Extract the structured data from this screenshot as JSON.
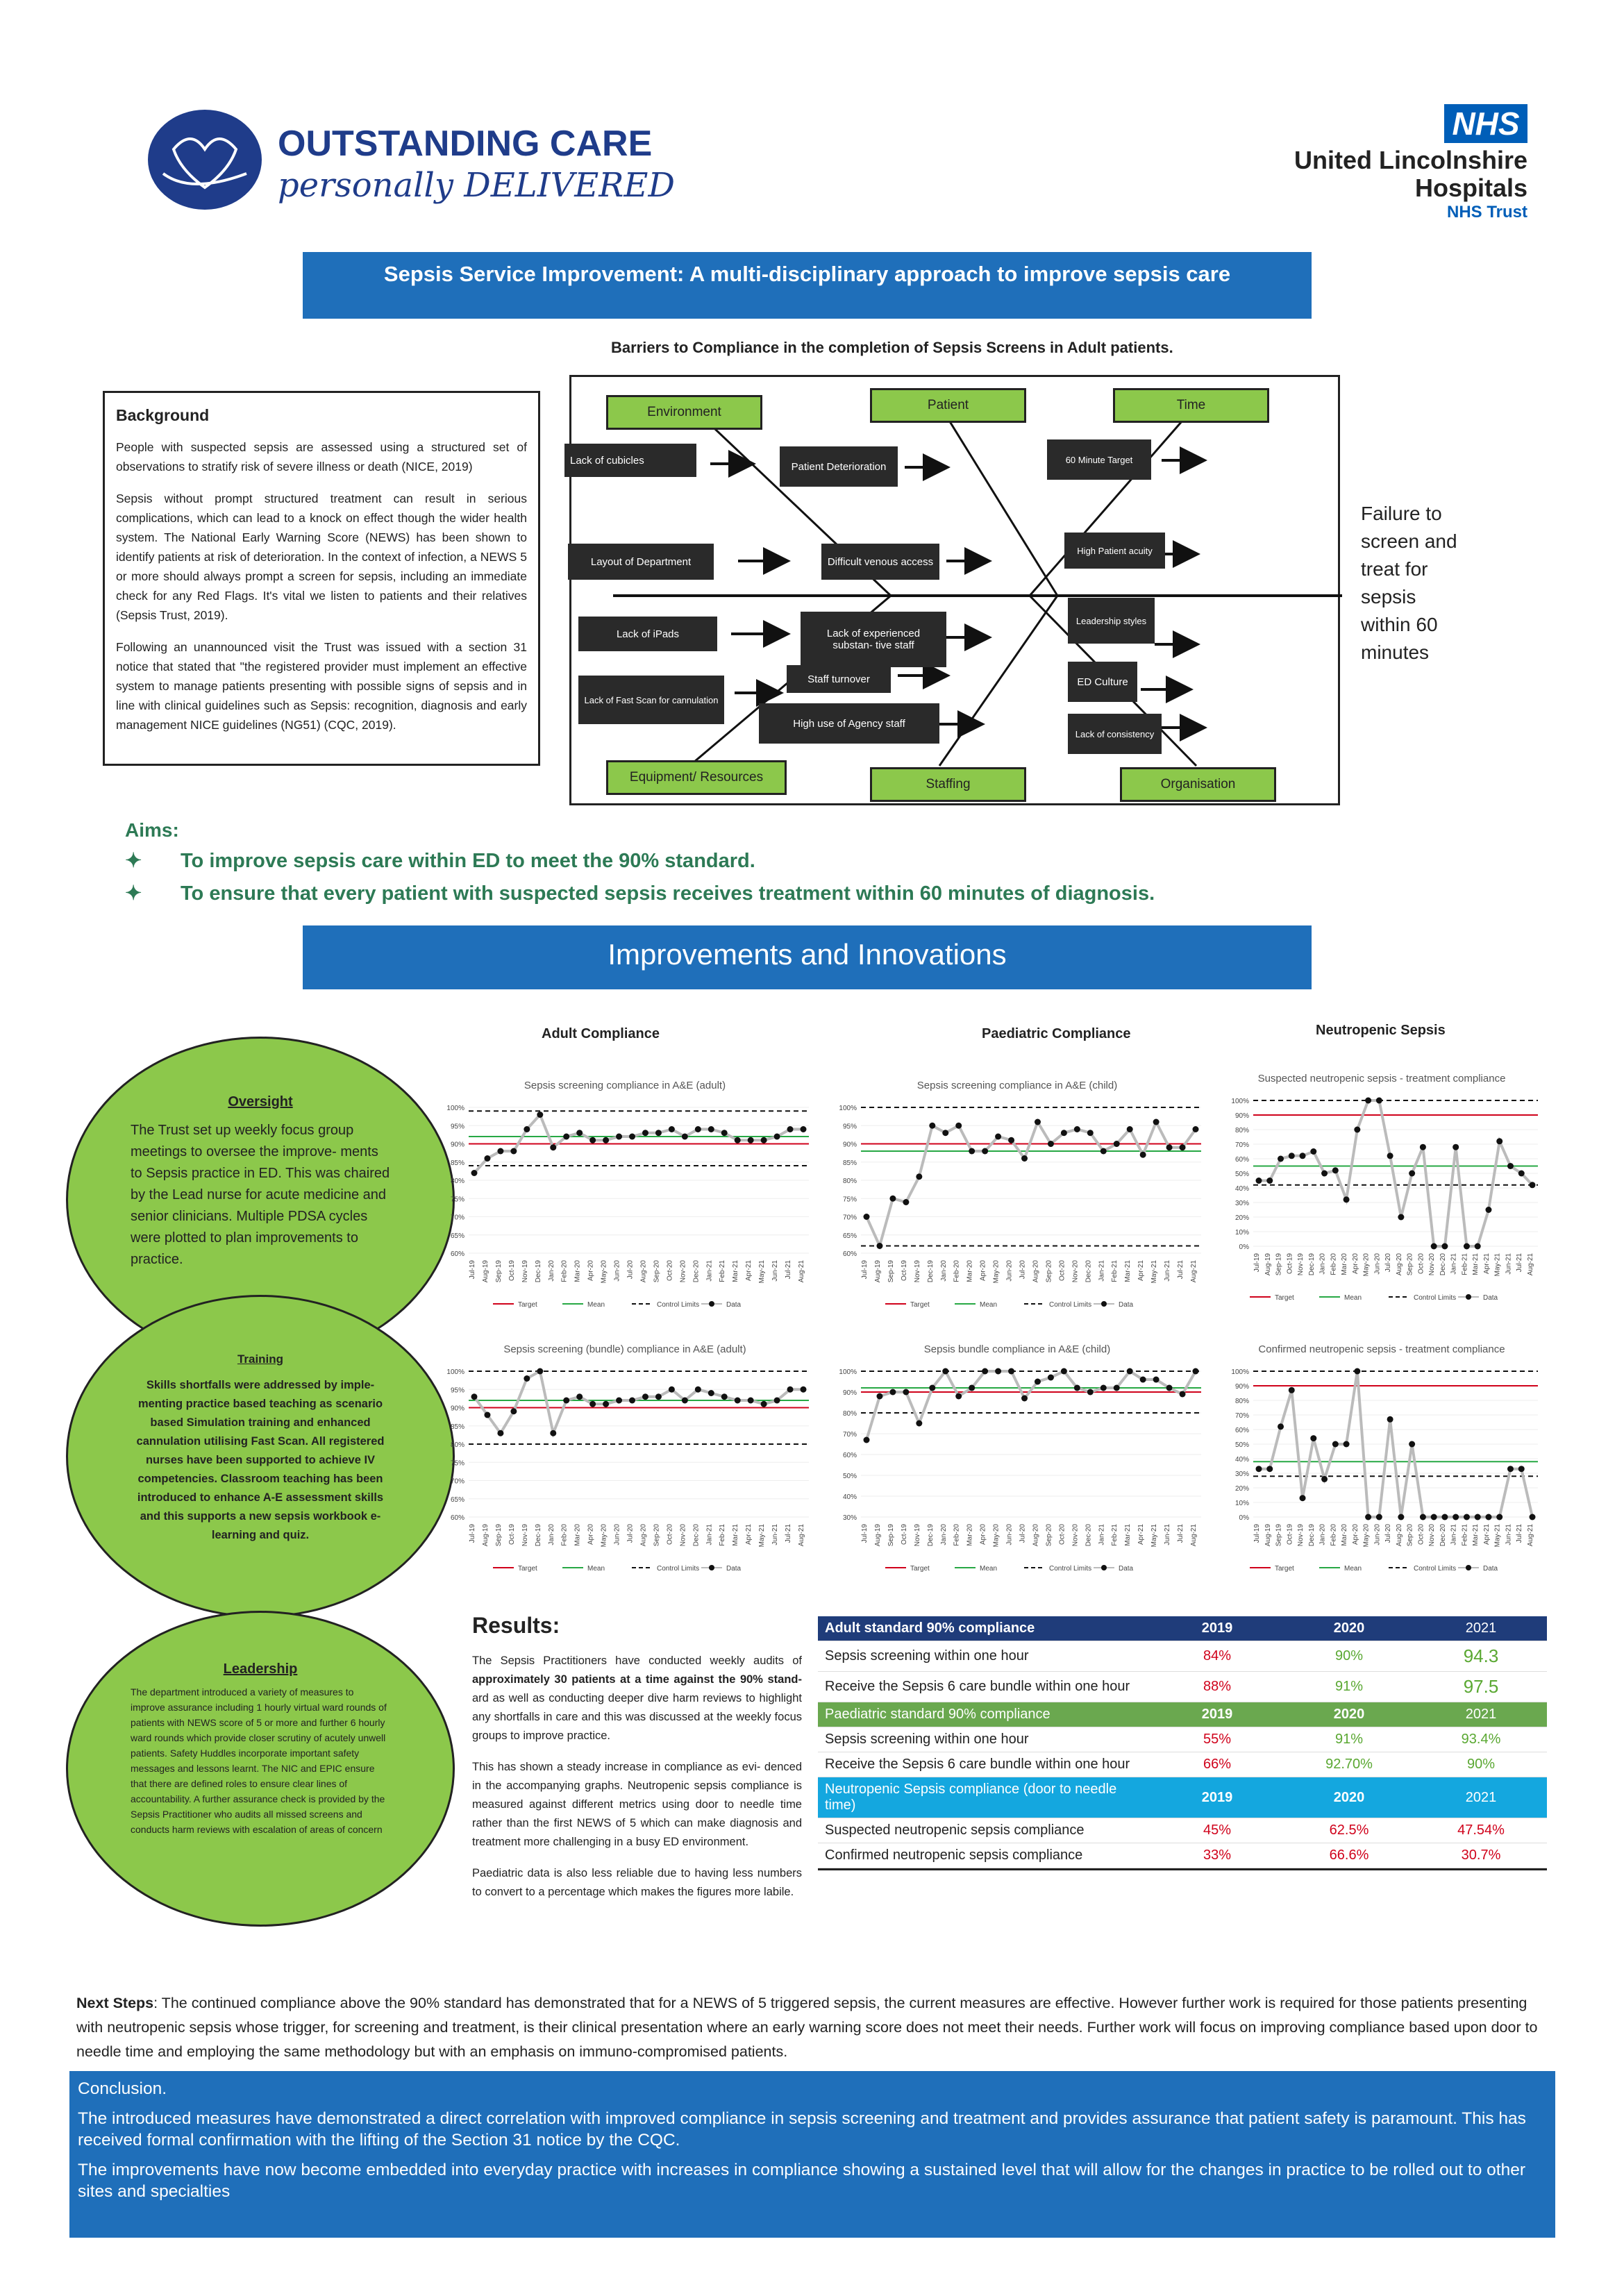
{
  "header": {
    "logo_line1": "OUTSTANDING CARE",
    "logo_line2": "personally DELIVERED",
    "nhs_badge": "NHS",
    "trust_name_1": "United Lincolnshire",
    "trust_name_2": "Hospitals",
    "trust_name_3": "NHS Trust"
  },
  "title": "Sepsis Service Improvement: A multi-disciplinary approach to improve sepsis care",
  "fishbone": {
    "heading": "Barriers to Compliance in the completion of Sepsis Screens in Adult patients.",
    "cat_environment": "Environment",
    "cat_patient": "Patient",
    "cat_time": "Time",
    "cat_equipment": "Equipment/ Resources",
    "cat_staffing": "Staffing",
    "cat_organisation": "Organisation",
    "cause_1": "Lack of cubicles",
    "cause_2": "Patient Deterioration",
    "cause_3": "60 Minute Target",
    "cause_4": "Layout of Department",
    "cause_5": "Difficult venous access",
    "cause_6": "High Patient acuity",
    "cause_7": "Lack of iPads",
    "cause_8": "Lack of experienced substan- tive staff",
    "cause_9": "Leadership styles",
    "cause_10": "Lack of Fast Scan for cannulation",
    "cause_11": "Staff turnover",
    "cause_12": "ED Culture",
    "cause_13": "High use of Agency staff",
    "cause_14": "Lack of consistency",
    "effect": "Failure to screen and treat for sepsis within 60 minutes"
  },
  "background": {
    "heading": "Background",
    "p1": "People with suspected sepsis are assessed using a structured set of observations to stratify risk of severe illness or death (NICE, 2019)",
    "p2": "Sepsis without prompt structured treatment can result in serious complications, which can lead to a knock on effect though the wider health system. The National Early Warning Score (NEWS) has been shown to identify patients at risk of deterioration. In the context of infection, a NEWS 5 or more should always prompt a screen for sepsis, including an immediate check for any Red Flags. It's vital we listen to patients and their relatives (Sepsis Trust, 2019).",
    "p3": "Following an unannounced visit the Trust was issued with a section 31 notice that stated that \"the registered provider must implement an effective system to manage patients presenting with possible signs of sepsis and in line with clinical guidelines such as Sepsis: recognition, diagnosis and early management NICE guidelines (NG51) (CQC, 2019)."
  },
  "aims": {
    "heading": "Aims:",
    "item1": "To improve sepsis care within ED to meet the 90% standard.",
    "item2": "To ensure that every patient with suspected sepsis receives treatment within 60 minutes of diagnosis."
  },
  "improvements_title": "Improvements and Innovations",
  "oversight": {
    "heading": "Oversight",
    "text": "The Trust set up weekly focus group meetings to oversee the improve- ments to Sepsis practice in ED. This was chaired by the Lead nurse for acute medicine and senior clinicians. Multiple PDSA cycles were plotted to plan improvements to practice."
  },
  "training": {
    "heading": "Training",
    "text": "Skills shortfalls were addressed by imple- menting practice based teaching as scenario based Simulation training and enhanced cannulation utilising Fast Scan. All registered nurses have been supported to achieve IV competencies. Classroom teaching has been introduced to enhance A-E assessment skills and this supports a new sepsis workbook e- learning and quiz."
  },
  "leadership": {
    "heading": "Leadership",
    "text": "The department introduced a variety of measures to improve assurance including 1 hourly virtual ward rounds of patients with NEWS score of 5 or more and further 6 hourly ward rounds which provide closer scrutiny of acutely unwell patients. Safety Huddles incorporate important safety messages and lessons learnt. The NIC and EPIC ensure that there are defined roles to ensure clear lines of accountability. A further assurance check is provided by the Sepsis Practitioner who audits all missed screens and conducts harm reviews with escalation of areas of concern"
  },
  "column_headings": {
    "adult": "Adult Compliance",
    "paed": "Paediatric Compliance",
    "neutro": "Neutropenic Sepsis"
  },
  "legend": {
    "target": "Target",
    "mean": "Mean",
    "control": "Control Limits",
    "data": "Data"
  },
  "chart_data": [
    {
      "type": "line",
      "title": "Sepsis screening compliance in A&E (adult)",
      "ylim": [
        60,
        100
      ],
      "yticks": [
        "60%",
        "65%",
        "70%",
        "75%",
        "80%",
        "85%",
        "90%",
        "95%",
        "100%"
      ],
      "target": 90,
      "mean": 92,
      "control": [
        84,
        99
      ],
      "x": [
        "Jul-19",
        "Aug-19",
        "Sep-19",
        "Oct-19",
        "Nov-19",
        "Dec-19",
        "Jan-20",
        "Feb-20",
        "Mar-20",
        "Apr-20",
        "May-20",
        "Jun-20",
        "Jul-20",
        "Aug-20",
        "Sep-20",
        "Oct-20",
        "Nov-20",
        "Dec-20",
        "Jan-21",
        "Feb-21",
        "Mar-21",
        "Apr-21",
        "May-21",
        "Jun-21",
        "Jul-21",
        "Aug-21"
      ],
      "values": [
        82,
        86,
        88,
        88,
        94,
        98,
        89,
        92,
        93,
        91,
        91,
        92,
        92,
        93,
        93,
        94,
        92,
        94,
        94,
        93,
        91,
        91,
        91,
        92,
        94,
        94
      ]
    },
    {
      "type": "line",
      "title": "Sepsis screening compliance in A&E (child)",
      "ylim": [
        60,
        100
      ],
      "yticks": [
        "60%",
        "65%",
        "70%",
        "75%",
        "80%",
        "85%",
        "90%",
        "95%",
        "100%"
      ],
      "target": 90,
      "mean": 88,
      "control": [
        62,
        100
      ],
      "x": [
        "Jul-19",
        "Aug-19",
        "Sep-19",
        "Oct-19",
        "Nov-19",
        "Dec-19",
        "Jan-20",
        "Feb-20",
        "Mar-20",
        "Apr-20",
        "May-20",
        "Jun-20",
        "Jul-20",
        "Aug-20",
        "Sep-20",
        "Oct-20",
        "Nov-20",
        "Dec-20",
        "Jan-21",
        "Feb-21",
        "Mar-21",
        "Apr-21",
        "May-21",
        "Jun-21",
        "Jul-21",
        "Aug-21"
      ],
      "values": [
        70,
        62,
        75,
        74,
        81,
        95,
        93,
        95,
        88,
        88,
        92,
        91,
        86,
        96,
        90,
        93,
        94,
        93,
        88,
        90,
        94,
        87,
        96,
        89,
        89,
        94
      ]
    },
    {
      "type": "line",
      "title": "Suspected neutropenic sepsis - treatment compliance",
      "ylim": [
        0,
        100
      ],
      "yticks": [
        "0%",
        "10%",
        "20%",
        "30%",
        "40%",
        "50%",
        "60%",
        "70%",
        "80%",
        "90%",
        "100%"
      ],
      "target": 90,
      "mean": 55,
      "control": [
        42,
        100
      ],
      "x": [
        "Jul-19",
        "Aug-19",
        "Sep-19",
        "Oct-19",
        "Nov-19",
        "Dec-19",
        "Jan-20",
        "Feb-20",
        "Mar-20",
        "Apr-20",
        "May-20",
        "Jun-20",
        "Jul-20",
        "Aug-20",
        "Sep-20",
        "Oct-20",
        "Nov-20",
        "Dec-20",
        "Jan-21",
        "Feb-21",
        "Mar-21",
        "Apr-21",
        "May-21",
        "Jun-21",
        "Jul-21",
        "Aug-21"
      ],
      "values": [
        45,
        45,
        60,
        62,
        62,
        65,
        50,
        52,
        32,
        80,
        100,
        100,
        62,
        20,
        50,
        68,
        0,
        0,
        68,
        0,
        0,
        25,
        72,
        55,
        50,
        42
      ]
    },
    {
      "type": "line",
      "title": "Sepsis screening (bundle) compliance in A&E (adult)",
      "ylim": [
        60,
        100
      ],
      "yticks": [
        "60%",
        "65%",
        "70%",
        "75%",
        "80%",
        "85%",
        "90%",
        "95%",
        "100%"
      ],
      "target": 90,
      "mean": 92,
      "control": [
        80,
        100
      ],
      "x": [
        "Jul-19",
        "Aug-19",
        "Sep-19",
        "Oct-19",
        "Nov-19",
        "Dec-19",
        "Jan-20",
        "Feb-20",
        "Mar-20",
        "Apr-20",
        "May-20",
        "Jun-20",
        "Jul-20",
        "Aug-20",
        "Sep-20",
        "Oct-20",
        "Nov-20",
        "Dec-20",
        "Jan-21",
        "Feb-21",
        "Mar-21",
        "Apr-21",
        "May-21",
        "Jun-21",
        "Jul-21",
        "Aug-21"
      ],
      "values": [
        93,
        88,
        83,
        89,
        98,
        100,
        83,
        92,
        93,
        91,
        91,
        92,
        92,
        93,
        93,
        95,
        92,
        95,
        94,
        93,
        92,
        92,
        91,
        92,
        95,
        95
      ]
    },
    {
      "type": "line",
      "title": "Sepsis bundle compliance in A&E (child)",
      "ylim": [
        30,
        100
      ],
      "yticks": [
        "30%",
        "40%",
        "50%",
        "60%",
        "70%",
        "80%",
        "90%",
        "100%"
      ],
      "target": 90,
      "mean": 92,
      "control": [
        80,
        100
      ],
      "x": [
        "Jul-19",
        "Aug-19",
        "Sep-19",
        "Oct-19",
        "Nov-19",
        "Dec-19",
        "Jan-20",
        "Feb-20",
        "Mar-20",
        "Apr-20",
        "May-20",
        "Jun-20",
        "Jul-20",
        "Aug-20",
        "Sep-20",
        "Oct-20",
        "Nov-20",
        "Dec-20",
        "Jan-21",
        "Feb-21",
        "Mar-21",
        "Apr-21",
        "May-21",
        "Jun-21",
        "Jul-21",
        "Aug-21"
      ],
      "values": [
        67,
        88,
        90,
        90,
        75,
        92,
        100,
        88,
        92,
        100,
        100,
        100,
        87,
        95,
        97,
        100,
        92,
        90,
        92,
        92,
        100,
        96,
        96,
        92,
        89,
        100
      ]
    },
    {
      "type": "line",
      "title": "Confirmed neutropenic sepsis - treatment compliance",
      "ylim": [
        0,
        100
      ],
      "yticks": [
        "0%",
        "10%",
        "20%",
        "30%",
        "40%",
        "50%",
        "60%",
        "70%",
        "80%",
        "90%",
        "100%"
      ],
      "target": 90,
      "mean": 38,
      "control": [
        28,
        100
      ],
      "x": [
        "Jul-19",
        "Aug-19",
        "Sep-19",
        "Oct-19",
        "Nov-19",
        "Dec-19",
        "Jan-20",
        "Feb-20",
        "Mar-20",
        "Apr-20",
        "May-20",
        "Jun-20",
        "Jul-20",
        "Aug-20",
        "Sep-20",
        "Oct-20",
        "Nov-20",
        "Dec-20",
        "Jan-21",
        "Feb-21",
        "Mar-21",
        "Apr-21",
        "May-21",
        "Jun-21",
        "Jul-21",
        "Aug-21"
      ],
      "values": [
        33,
        33,
        62,
        87,
        13,
        54,
        26,
        50,
        50,
        100,
        0,
        0,
        67,
        0,
        50,
        0,
        0,
        0,
        0,
        0,
        0,
        0,
        0,
        33,
        33,
        0
      ]
    }
  ],
  "results": {
    "heading": "Results:",
    "p1a": "The Sepsis Practitioners have conducted weekly audits of ",
    "p1b": "approximately 30 patients at a time against the 90% stand-",
    "p1c": "ard as well as conducting deeper dive harm reviews to highlight any shortfalls in care and this was discussed at the weekly focus groups to improve practice.",
    "p2": "This has shown a steady increase in compliance as evi- denced in the accompanying graphs. Neutropenic sepsis compliance is measured against different metrics using door to needle time rather than the first NEWS of 5 which can make diagnosis and treatment more challenging in a busy ED environment.",
    "p3": "Paediatric data is also less reliable due to having less numbers to convert to a percentage which makes the figures more labile."
  },
  "table": {
    "adult_head": "Adult standard 90% compliance",
    "y2019": "2019",
    "y2020": "2020",
    "y2021": "2021",
    "a1": "Sepsis screening within one hour",
    "a1_19": "84%",
    "a1_20": "90%",
    "a1_21": "94.3",
    "a2": "Receive the Sepsis 6 care bundle within one hour",
    "a2_19": "88%",
    "a2_20": "91%",
    "a2_21": "97.5",
    "paed_head": "Paediatric standard 90% compliance",
    "p1": "Sepsis screening within one hour",
    "p1_19": "55%",
    "p1_20": "91%",
    "p1_21": "93.4%",
    "p2": "Receive the Sepsis 6 care bundle within one hour",
    "p2_19": "66%",
    "p2_20": "92.70%",
    "p2_21": "90%",
    "neutro_head": "Neutropenic Sepsis compliance (door to needle time)",
    "n1": "Suspected neutropenic sepsis compliance",
    "n1_19": "45%",
    "n1_20": "62.5%",
    "n1_21": "47.54%",
    "n2": "Confirmed neutropenic sepsis compliance",
    "n2_19": "33%",
    "n2_20": "66.6%",
    "n2_21": "30.7%"
  },
  "next_steps": {
    "label": "Next Steps",
    "text": ": The continued compliance above the 90% standard has demonstrated that for a NEWS of 5 triggered sepsis, the current measures are effective. However further work is required for those patients presenting with neutropenic sepsis whose trigger, for screening and treatment, is their clinical presentation where an early warning score does not meet their needs. Further work will focus on improving compliance based upon door to needle time and employing the same methodology but with an emphasis on immuno-compromised patients."
  },
  "conclusion": {
    "heading": "Conclusion.",
    "p1": "The introduced measures have demonstrated a direct correlation with improved compliance in sepsis screening and treatment and provides assurance that patient safety is paramount. This has received formal confirmation with the lifting of the Section 31 notice by the CQC.",
    "p2": "The improvements have now become embedded into everyday practice with increases in compliance showing a sustained level that will allow for the changes in practice to be rolled out to other sites and specialties"
  },
  "colors": {
    "blue": "#1f6fba",
    "green": "#8cc84b",
    "target": "#d0021b",
    "mean": "#27a844"
  }
}
